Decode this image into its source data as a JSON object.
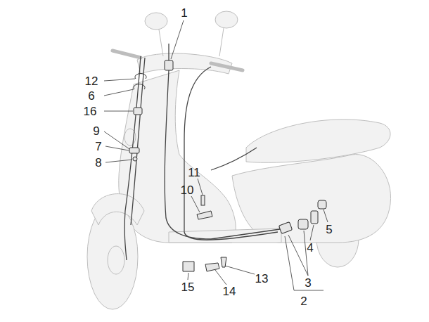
{
  "diagram": {
    "labels": [
      "1",
      "12",
      "6",
      "16",
      "9",
      "7",
      "8",
      "11",
      "10",
      "5",
      "4",
      "3",
      "13",
      "2",
      "15",
      "14"
    ]
  }
}
